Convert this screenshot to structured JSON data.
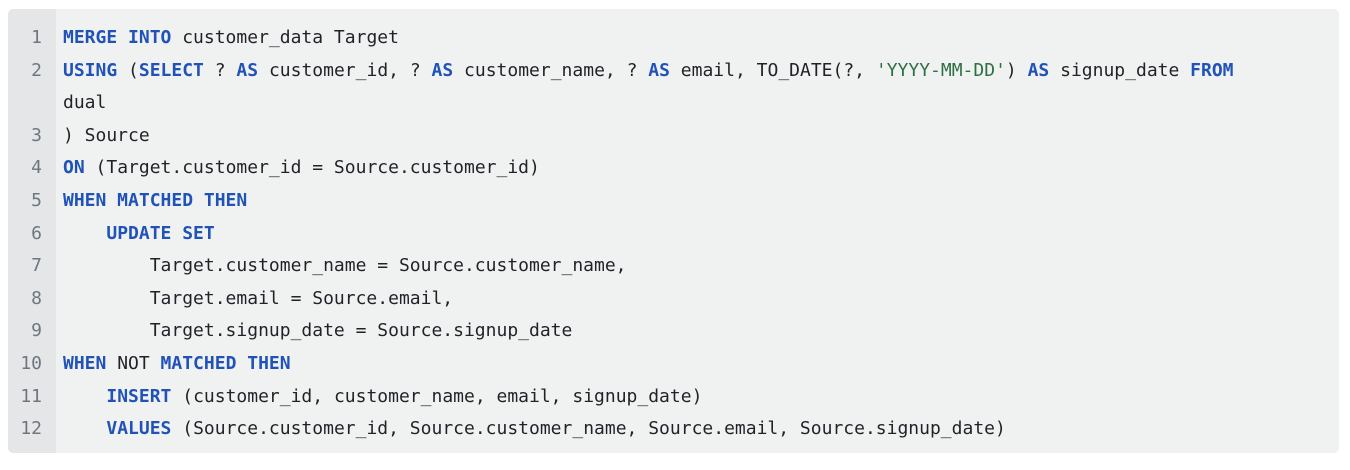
{
  "code_block": {
    "language": "sql",
    "colors": {
      "keyword": "#2152b8",
      "string": "#2f6f44",
      "text": "#1f2328",
      "line_number": "#6e7781",
      "background": "#f0f2f2",
      "gutter": "#e4e6e8"
    },
    "lines": [
      {
        "n": "1",
        "tokens": [
          [
            "kw",
            "MERGE INTO"
          ],
          [
            "t",
            " customer_data Target"
          ]
        ]
      },
      {
        "n": "2",
        "tokens": [
          [
            "kw",
            "USING"
          ],
          [
            "t",
            " ("
          ],
          [
            "kw",
            "SELECT"
          ],
          [
            "t",
            " ? "
          ],
          [
            "kw",
            "AS"
          ],
          [
            "t",
            " customer_id, ? "
          ],
          [
            "kw",
            "AS"
          ],
          [
            "t",
            " customer_name, ? "
          ],
          [
            "kw",
            "AS"
          ],
          [
            "t",
            " email, TO_DATE(?, "
          ],
          [
            "str",
            "'YYYY-MM-DD'"
          ],
          [
            "t",
            ") "
          ],
          [
            "kw",
            "AS"
          ],
          [
            "t",
            " signup_date "
          ],
          [
            "kw",
            "FROM"
          ]
        ]
      },
      {
        "n": "",
        "tokens": [
          [
            "t",
            "dual"
          ]
        ]
      },
      {
        "n": "3",
        "tokens": [
          [
            "t",
            ") Source"
          ]
        ]
      },
      {
        "n": "4",
        "tokens": [
          [
            "kw",
            "ON"
          ],
          [
            "t",
            " (Target.customer_id = Source.customer_id)"
          ]
        ]
      },
      {
        "n": "5",
        "tokens": [
          [
            "kw",
            "WHEN MATCHED THEN"
          ]
        ]
      },
      {
        "n": "6",
        "tokens": [
          [
            "t",
            "    "
          ],
          [
            "kw",
            "UPDATE SET"
          ]
        ]
      },
      {
        "n": "7",
        "tokens": [
          [
            "t",
            "        Target.customer_name = Source.customer_name,"
          ]
        ]
      },
      {
        "n": "8",
        "tokens": [
          [
            "t",
            "        Target.email = Source.email,"
          ]
        ]
      },
      {
        "n": "9",
        "tokens": [
          [
            "t",
            "        Target.signup_date = Source.signup_date"
          ]
        ]
      },
      {
        "n": "10",
        "tokens": [
          [
            "kw",
            "WHEN"
          ],
          [
            "t",
            " NOT "
          ],
          [
            "kw",
            "MATCHED THEN"
          ]
        ]
      },
      {
        "n": "11",
        "tokens": [
          [
            "t",
            "    "
          ],
          [
            "kw",
            "INSERT"
          ],
          [
            "t",
            " (customer_id, customer_name, email, signup_date)"
          ]
        ]
      },
      {
        "n": "12",
        "tokens": [
          [
            "t",
            "    "
          ],
          [
            "kw",
            "VALUES"
          ],
          [
            "t",
            " (Source.customer_id, Source.customer_name, Source.email, Source.signup_date)"
          ]
        ]
      }
    ]
  }
}
